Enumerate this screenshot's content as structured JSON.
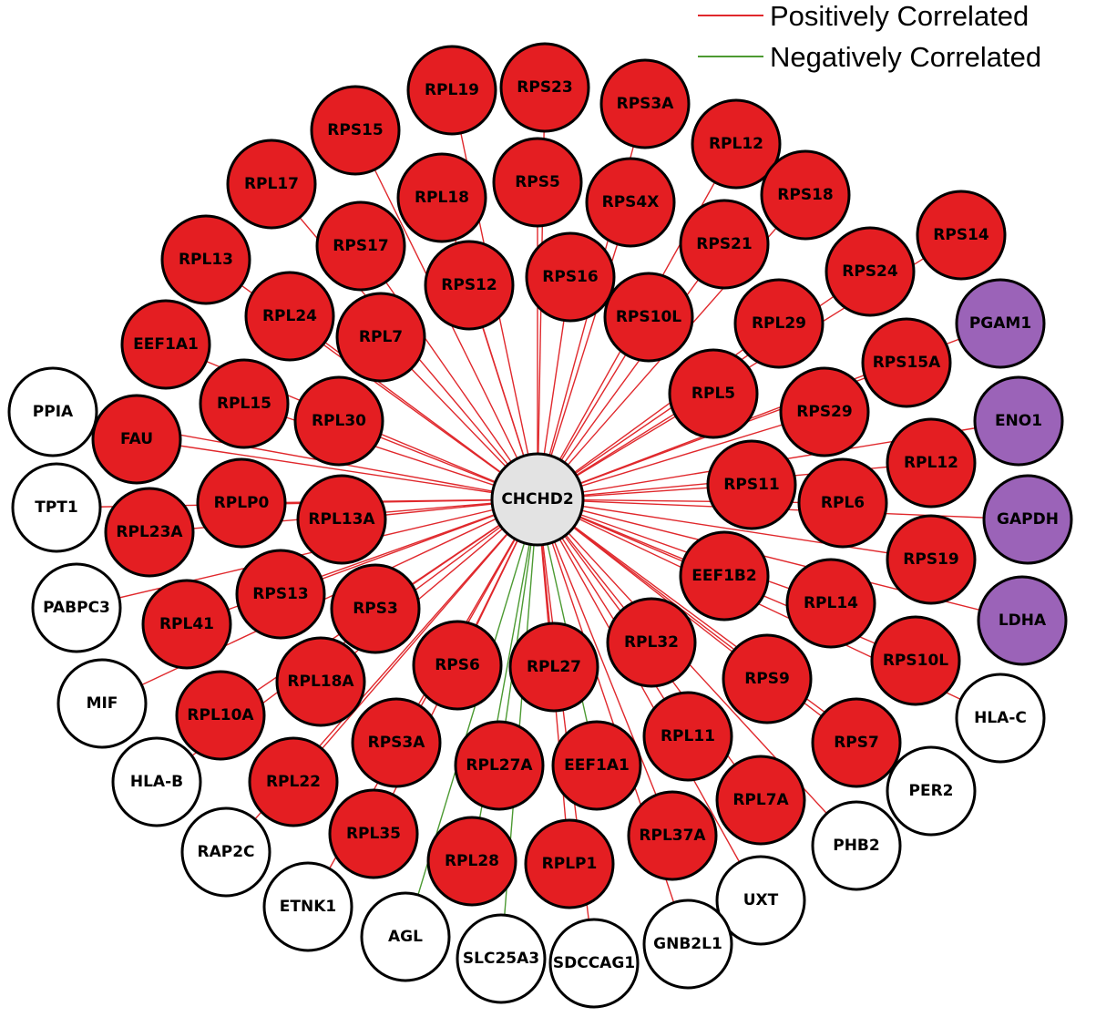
{
  "legend": [
    {
      "label": "Positively Correlated",
      "color": "#e0282c"
    },
    {
      "label": "Negatively Correlated",
      "color": "#4c9a32"
    }
  ],
  "colors": {
    "red_node": "#e41e22",
    "purple_node": "#9b63b8",
    "white_node": "#ffffff",
    "center_node": "#e3e3e3",
    "positive_edge": "#e0282c",
    "negative_edge": "#4c9a32",
    "node_stroke": "#000000"
  },
  "center": {
    "label": "CHCHD2"
  },
  "nodes": [
    {
      "label": "RPL19",
      "group": "red",
      "edge": "positive"
    },
    {
      "label": "RPS23",
      "group": "red",
      "edge": "positive"
    },
    {
      "label": "RPS3A",
      "group": "red",
      "edge": "positive"
    },
    {
      "label": "RPS15",
      "group": "red",
      "edge": "positive"
    },
    {
      "label": "RPL12",
      "group": "red",
      "edge": "positive"
    },
    {
      "label": "RPL17",
      "group": "red",
      "edge": "positive"
    },
    {
      "label": "RPL18",
      "group": "red",
      "edge": "positive"
    },
    {
      "label": "RPS5",
      "group": "red",
      "edge": "positive"
    },
    {
      "label": "RPS4X",
      "group": "red",
      "edge": "positive"
    },
    {
      "label": "RPS18",
      "group": "red",
      "edge": "positive"
    },
    {
      "label": "RPL13",
      "group": "red",
      "edge": "positive"
    },
    {
      "label": "RPS17",
      "group": "red",
      "edge": "positive"
    },
    {
      "label": "RPS21",
      "group": "red",
      "edge": "positive"
    },
    {
      "label": "RPS14",
      "group": "red",
      "edge": "positive"
    },
    {
      "label": "RPS12",
      "group": "red",
      "edge": "positive"
    },
    {
      "label": "RPS16",
      "group": "red",
      "edge": "positive"
    },
    {
      "label": "RPS24",
      "group": "red",
      "edge": "positive"
    },
    {
      "label": "RPL24",
      "group": "red",
      "edge": "positive"
    },
    {
      "label": "RPS10L",
      "group": "red",
      "edge": "positive"
    },
    {
      "label": "RPL29",
      "group": "red",
      "edge": "positive"
    },
    {
      "label": "PGAM1",
      "group": "purple",
      "edge": "positive"
    },
    {
      "label": "EEF1A1",
      "group": "red",
      "edge": "positive"
    },
    {
      "label": "RPL7",
      "group": "red",
      "edge": "positive"
    },
    {
      "label": "RPS15A",
      "group": "red",
      "edge": "positive"
    },
    {
      "label": "RPL5",
      "group": "red",
      "edge": "positive"
    },
    {
      "label": "PPIA",
      "group": "white",
      "edge": "positive"
    },
    {
      "label": "RPL15",
      "group": "red",
      "edge": "positive"
    },
    {
      "label": "RPS29",
      "group": "red",
      "edge": "positive"
    },
    {
      "label": "ENO1",
      "group": "purple",
      "edge": "positive"
    },
    {
      "label": "RPL30",
      "group": "red",
      "edge": "positive"
    },
    {
      "label": "FAU",
      "group": "red",
      "edge": "positive"
    },
    {
      "label": "RPL12",
      "group": "red",
      "edge": "positive"
    },
    {
      "label": "RPS11",
      "group": "red",
      "edge": "positive"
    },
    {
      "label": "TPT1",
      "group": "white",
      "edge": "positive"
    },
    {
      "label": "RPLP0",
      "group": "red",
      "edge": "positive"
    },
    {
      "label": "RPL6",
      "group": "red",
      "edge": "positive"
    },
    {
      "label": "GAPDH",
      "group": "purple",
      "edge": "positive"
    },
    {
      "label": "RPL13A",
      "group": "red",
      "edge": "positive"
    },
    {
      "label": "RPL23A",
      "group": "red",
      "edge": "positive"
    },
    {
      "label": "RPS19",
      "group": "red",
      "edge": "positive"
    },
    {
      "label": "EEF1B2",
      "group": "red",
      "edge": "positive"
    },
    {
      "label": "PABPC3",
      "group": "white",
      "edge": "positive"
    },
    {
      "label": "RPS13",
      "group": "red",
      "edge": "positive"
    },
    {
      "label": "RPL14",
      "group": "red",
      "edge": "positive"
    },
    {
      "label": "RPS3",
      "group": "red",
      "edge": "positive"
    },
    {
      "label": "LDHA",
      "group": "purple",
      "edge": "positive"
    },
    {
      "label": "RPL41",
      "group": "red",
      "edge": "positive"
    },
    {
      "label": "RPL32",
      "group": "red",
      "edge": "positive"
    },
    {
      "label": "RPS10L",
      "group": "red",
      "edge": "positive"
    },
    {
      "label": "RPS6",
      "group": "red",
      "edge": "positive"
    },
    {
      "label": "RPL27",
      "group": "red",
      "edge": "positive"
    },
    {
      "label": "RPS9",
      "group": "red",
      "edge": "positive"
    },
    {
      "label": "RPL18A",
      "group": "red",
      "edge": "positive"
    },
    {
      "label": "MIF",
      "group": "white",
      "edge": "positive"
    },
    {
      "label": "HLA-C",
      "group": "white",
      "edge": "positive"
    },
    {
      "label": "RPL10A",
      "group": "red",
      "edge": "positive"
    },
    {
      "label": "RPL11",
      "group": "red",
      "edge": "positive"
    },
    {
      "label": "RPS3A",
      "group": "red",
      "edge": "positive"
    },
    {
      "label": "RPS7",
      "group": "red",
      "edge": "positive"
    },
    {
      "label": "RPL27A",
      "group": "red",
      "edge": "negative"
    },
    {
      "label": "EEF1A1",
      "group": "red",
      "edge": "negative"
    },
    {
      "label": "RPL22",
      "group": "red",
      "edge": "positive"
    },
    {
      "label": "HLA-B",
      "group": "white",
      "edge": "positive"
    },
    {
      "label": "PER2",
      "group": "white",
      "edge": "positive"
    },
    {
      "label": "RPL7A",
      "group": "red",
      "edge": "positive"
    },
    {
      "label": "RPL35",
      "group": "red",
      "edge": "positive"
    },
    {
      "label": "RPL37A",
      "group": "red",
      "edge": "positive"
    },
    {
      "label": "RPL28",
      "group": "red",
      "edge": "negative"
    },
    {
      "label": "RPLP1",
      "group": "red",
      "edge": "positive"
    },
    {
      "label": "PHB2",
      "group": "white",
      "edge": "positive"
    },
    {
      "label": "RAP2C",
      "group": "white",
      "edge": "positive"
    },
    {
      "label": "UXT",
      "group": "white",
      "edge": "positive"
    },
    {
      "label": "ETNK1",
      "group": "white",
      "edge": "positive"
    },
    {
      "label": "AGL",
      "group": "white",
      "edge": "negative"
    },
    {
      "label": "GNB2L1",
      "group": "white",
      "edge": "positive"
    },
    {
      "label": "SLC25A3",
      "group": "white",
      "edge": "negative"
    },
    {
      "label": "SDCCAG1",
      "group": "white",
      "edge": "positive"
    }
  ]
}
